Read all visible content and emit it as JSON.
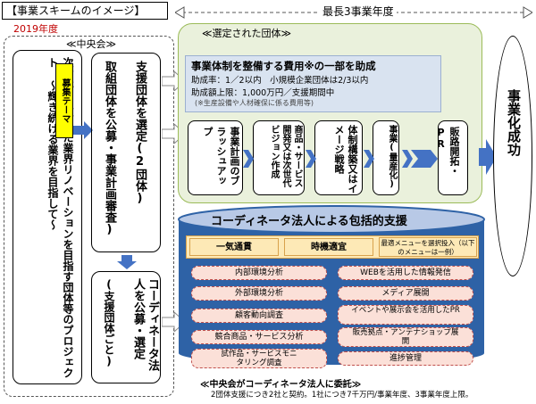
{
  "header": {
    "title": "【事業スキームのイメージ】",
    "year": "2019年度",
    "center_label": "≪中央会≫",
    "period": "最長3事業年度"
  },
  "theme": {
    "tag": "募集テーマ",
    "text": "次世代を見据えた業界リノベーションを目指す団体等のプロジェクト ～輝き続ける業界を目指して～"
  },
  "steps": {
    "select": "支援団体を選定(2団体)",
    "select_sub": "取組団体を公募・事業計画審査)",
    "coordinator": "コーディネータ法人を公募・選定",
    "coordinator_sub": "(支援団体ごと)"
  },
  "selected": {
    "title": "≪選定された団体≫",
    "subsidy_title": "事業体制を整備する費用※の一部を助成",
    "line1": "助成率：1／2以内　小規模企業団体は2/3以内",
    "line2": "助成額上限：1,000万円／支援期間中",
    "note": "(※生産設備や人材確保に係る費用等)"
  },
  "flow_steps": [
    "事業計画のブラッシュアップ",
    "商品・サービス開発又は次世代ビジョン作成",
    "体制構築又はイメージ戦略",
    "事業(量産化)",
    "販路開拓・PR"
  ],
  "success": "事業化成功",
  "support": {
    "title": "コーディネータ法人による包括的支援",
    "top": [
      "一気通貫",
      "時機適宜",
      "最適メニューを選択投入（以下のメニューは一例）"
    ],
    "left": [
      "内部環境分析",
      "外部環境分析",
      "顧客動向調査",
      "競合商品・サービス分析",
      "試作品・サービスモニタリング調査"
    ],
    "right": [
      "WEBを活用した情報発信",
      "メディア展開",
      "イベントや展示会を活用したPR",
      "販売拠点・アンテナショップ展開",
      "進捗管理"
    ]
  },
  "footer": {
    "title": "≪中央会がコーディネータ法人に委託≫",
    "detail": "2団体支援につき2社と契約。1社につき7千万円/事業年度、3事業年度上限。"
  }
}
